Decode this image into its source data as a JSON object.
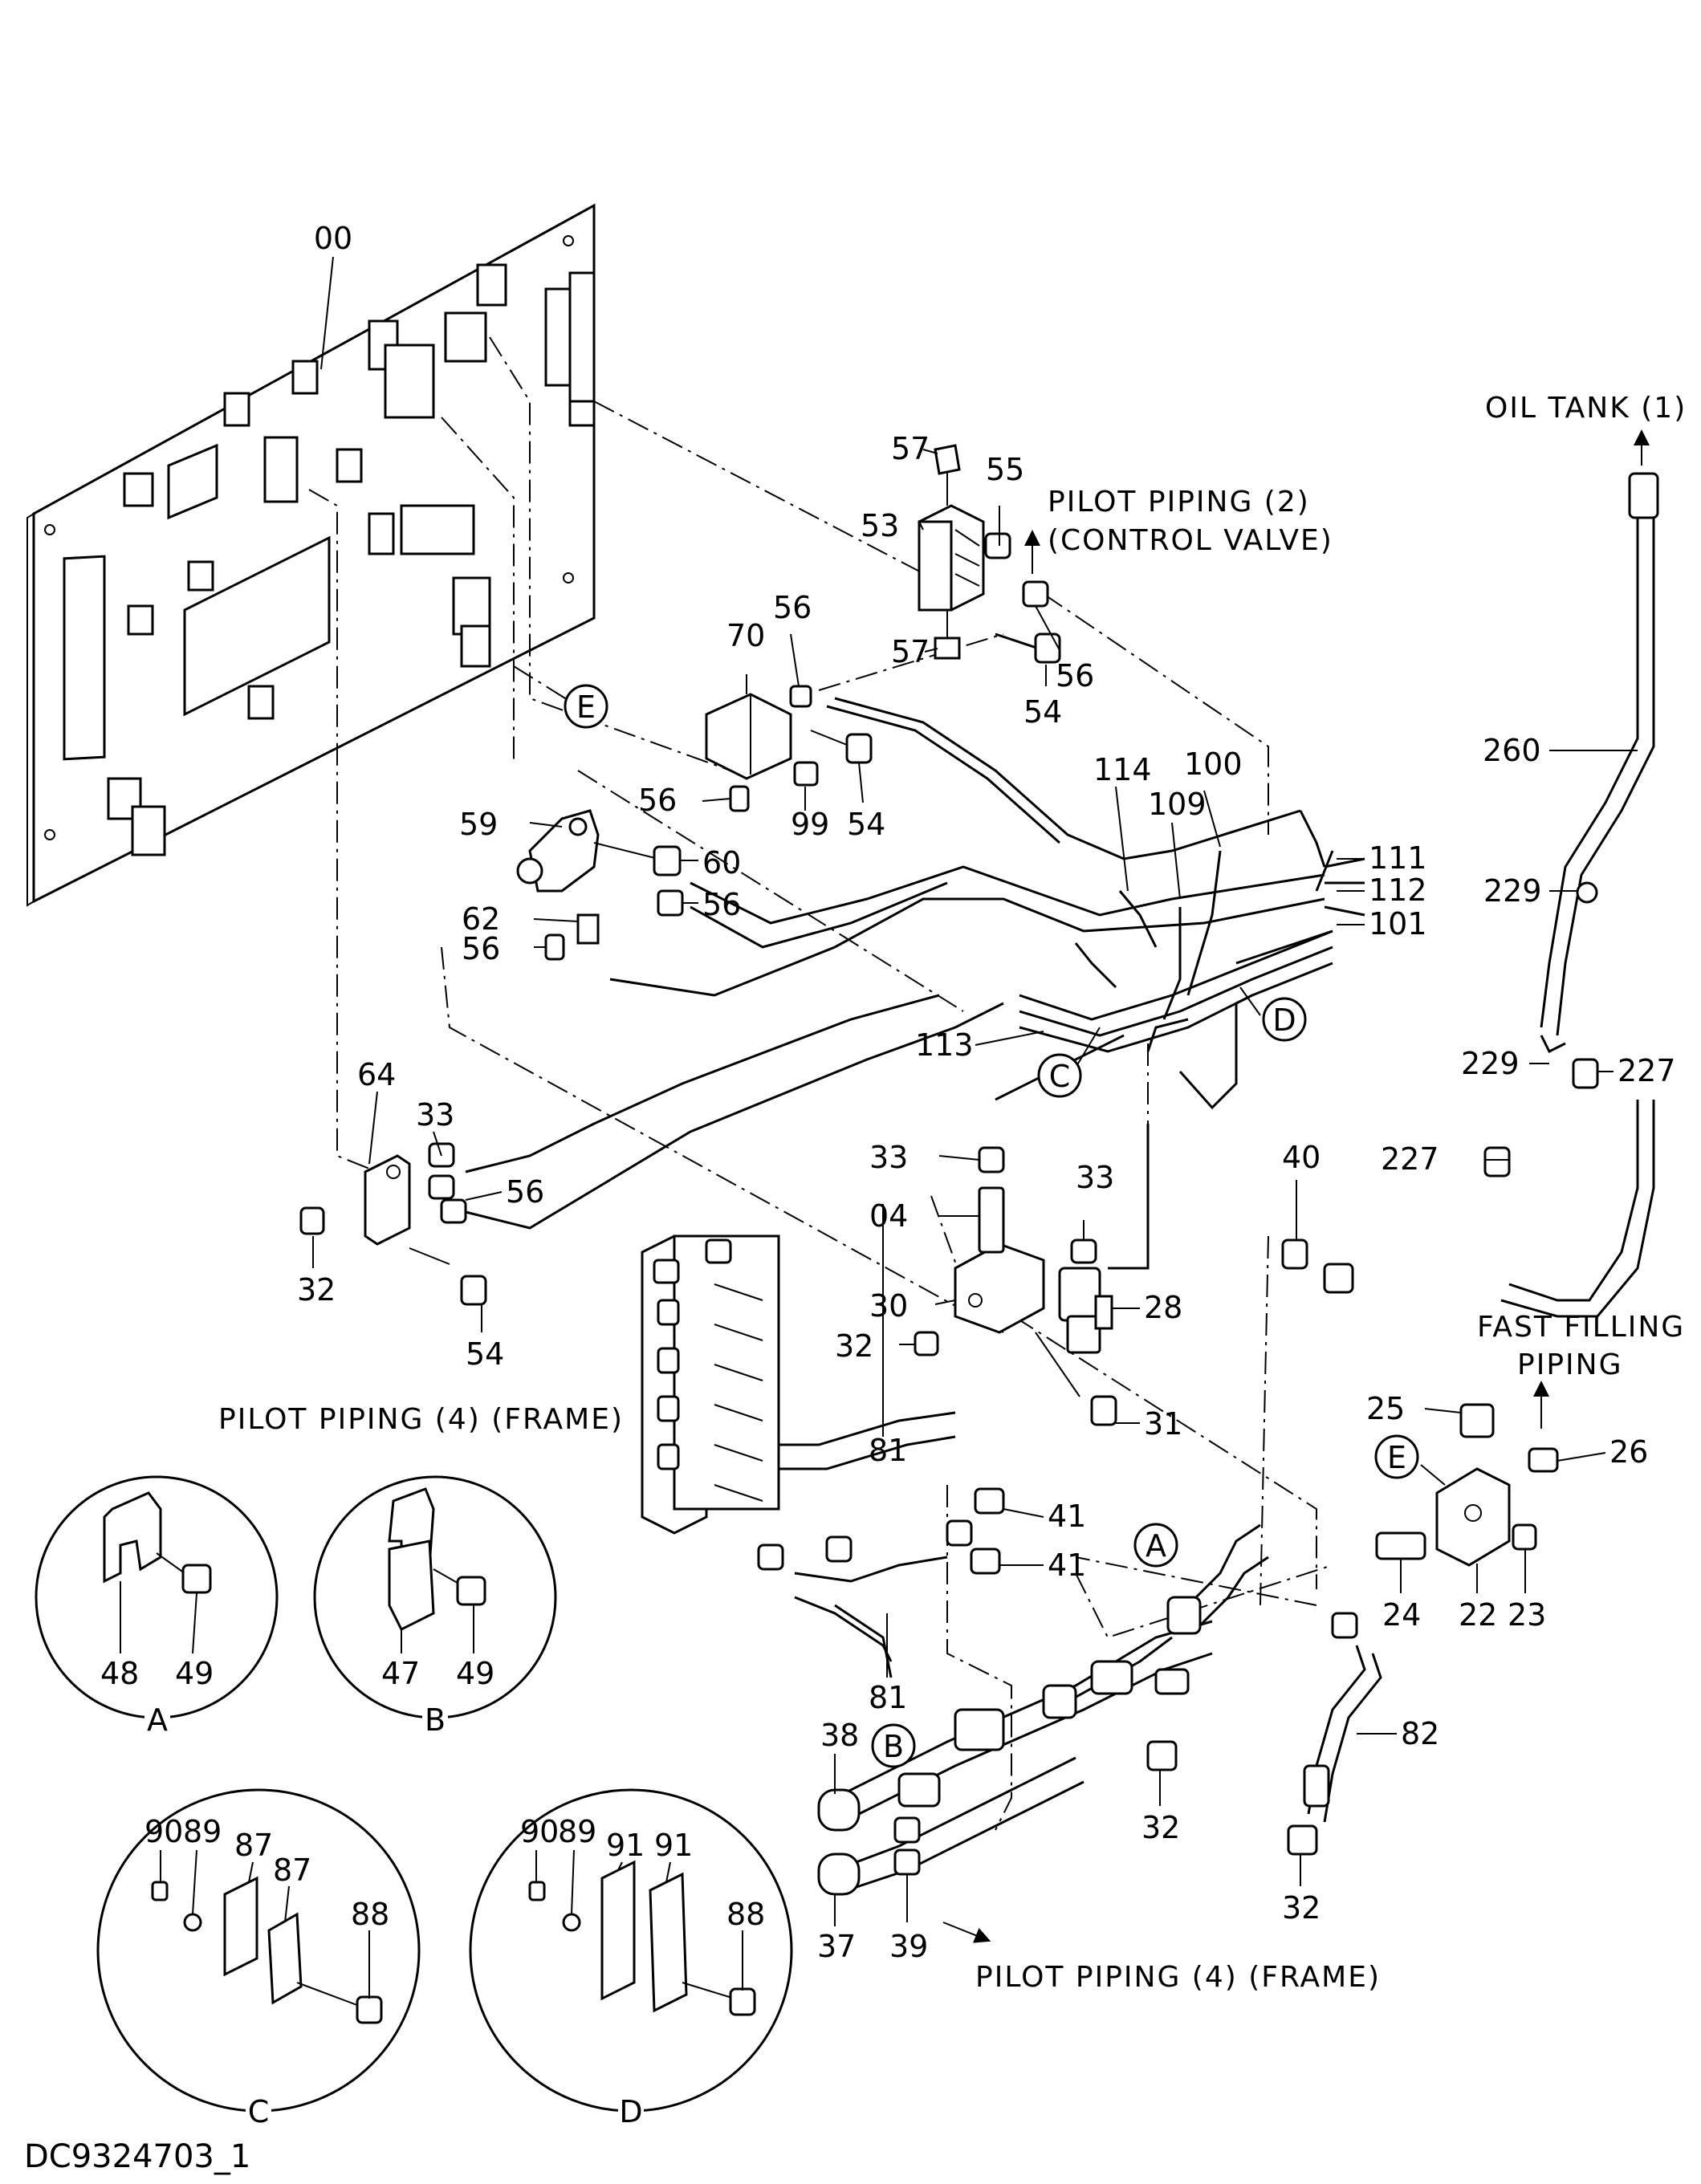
{
  "document_id": "DC9324703_1",
  "callouts": {
    "c00": "00",
    "c57a": "57",
    "c55": "55",
    "c53": "53",
    "c57b": "57",
    "c54a": "54",
    "c56a": "56",
    "c56b": "56",
    "c70": "70",
    "c56c": "56",
    "c99": "99",
    "c54b": "54",
    "c59": "59",
    "c60": "60",
    "c56d": "56",
    "c62": "62",
    "c56e": "56",
    "c114": "114",
    "c109": "109",
    "c100": "100",
    "c111": "111",
    "c112": "112",
    "c101": "101",
    "c113": "113",
    "c33a": "33",
    "c64": "64",
    "c56f": "56",
    "c32a": "32",
    "c54c": "54",
    "c33b": "33",
    "c04": "04",
    "c33c": "33",
    "c30": "30",
    "c28": "28",
    "c32b": "32",
    "c31": "31",
    "c260": "260",
    "c229a": "229",
    "c227a": "227",
    "c229b": "229",
    "c227b": "227",
    "c40": "40",
    "c25": "25",
    "c26": "26",
    "c24": "24",
    "c22": "22",
    "c23": "23",
    "c81a": "81",
    "c41a": "41",
    "c41b": "41",
    "c81b": "81",
    "c82": "82",
    "c38": "38",
    "c37": "37",
    "c39": "39",
    "c32c": "32",
    "c32d": "32",
    "c48": "48",
    "c49a": "49",
    "c47": "47",
    "c49b": "49",
    "c90a": "90",
    "c89a": "89",
    "c87a": "87",
    "c87b": "87",
    "c88a": "88",
    "c90b": "90",
    "c89b": "89",
    "c91a": "91",
    "c91b": "91",
    "c88b": "88"
  },
  "view_markers": {
    "E1": "E",
    "C1": "C",
    "D1": "D",
    "E2": "E",
    "A1": "A",
    "B1": "B"
  },
  "detail_views": {
    "A": "A",
    "B": "B",
    "C": "C",
    "D": "D"
  },
  "notes": {
    "oil_tank": "OIL TANK (1)",
    "pilot_piping_2_line1": "PILOT PIPING (2)",
    "pilot_piping_2_line2": "(CONTROL VALVE)",
    "pilot_piping_4_frame_a": "PILOT PIPING (4) (FRAME)",
    "fast_filling_line1": "FAST FILLING",
    "fast_filling_line2": "PIPING",
    "pilot_piping_4_frame_b": "PILOT PIPING (4) (FRAME)"
  }
}
